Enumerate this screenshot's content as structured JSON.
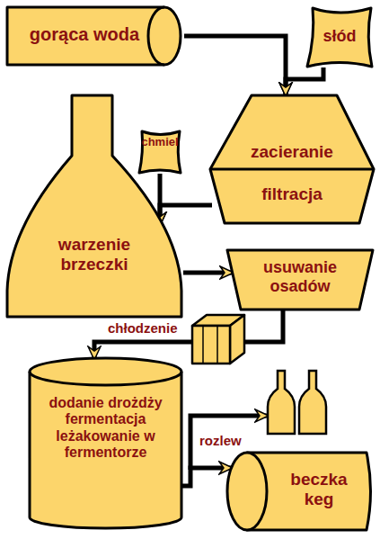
{
  "diagram": {
    "nodes": [
      {
        "text": [
          "gorąca woda"
        ]
      },
      {
        "text": [
          "słód"
        ]
      },
      {
        "text": [
          "chmiel"
        ]
      },
      {
        "text": [
          "zacieranie",
          "filtracja"
        ]
      },
      {
        "text": [
          "warzenie brzeczki"
        ]
      },
      {
        "text": [
          "usuwanie osadów"
        ]
      },
      {
        "text": [
          "dodanie drożdży fermentacja leżakowanie w fermentorze"
        ]
      },
      {
        "text": [
          "beczka keg"
        ]
      }
    ],
    "edges": [
      {
        "from": 0,
        "to": 3,
        "arrow": "to"
      },
      {
        "from": 1,
        "to": 3,
        "arrow": "to"
      },
      {
        "from": 3,
        "to": 4,
        "arrow": "to"
      },
      {
        "from": 2,
        "to": 4,
        "arrow": "to"
      },
      {
        "from": 4,
        "to": 5,
        "arrow": "to"
      },
      {
        "from": 5,
        "to": 6,
        "label": "chłodzenie",
        "arrow": "to"
      },
      {
        "from": 6,
        "to": 7,
        "label": "rozlew",
        "arrow": "to"
      }
    ]
  }
}
